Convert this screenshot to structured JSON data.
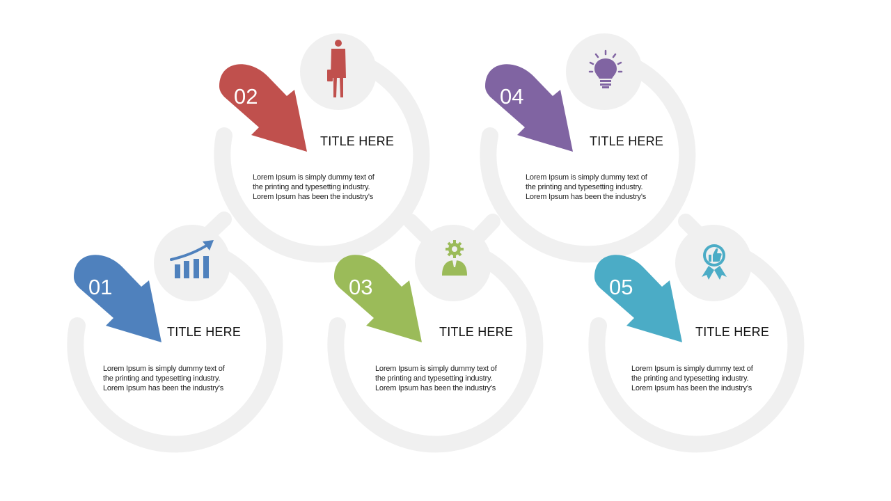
{
  "colors": {
    "ring": "#f0f0f0",
    "step1": "#4f81bd",
    "step2": "#c0504d",
    "step3": "#9bbb59",
    "step4": "#8064a2",
    "step5": "#4bacc6"
  },
  "steps": [
    {
      "number": "01",
      "title": "TITLE HERE",
      "desc": [
        "Lorem Ipsum is simply dummy text of",
        "the printing and typesetting industry.",
        "Lorem Ipsum has been the industry's"
      ],
      "icon": "bar-chart-growth-icon"
    },
    {
      "number": "02",
      "title": "TITLE HERE",
      "desc": [
        "Lorem Ipsum is simply dummy text of",
        "the printing and typesetting industry.",
        "Lorem Ipsum has been the industry's"
      ],
      "icon": "businessman-icon"
    },
    {
      "number": "03",
      "title": "TITLE HERE",
      "desc": [
        "Lorem Ipsum is simply dummy text of",
        "the printing and typesetting industry.",
        "Lorem Ipsum has been the industry's"
      ],
      "icon": "gear-person-icon"
    },
    {
      "number": "04",
      "title": "TITLE HERE",
      "desc": [
        "Lorem Ipsum is simply dummy text of",
        "the printing and typesetting industry.",
        "Lorem Ipsum has been the industry's"
      ],
      "icon": "lightbulb-icon"
    },
    {
      "number": "05",
      "title": "TITLE HERE",
      "desc": [
        "Lorem Ipsum is simply dummy text of",
        "the printing and typesetting industry.",
        "Lorem Ipsum has been the industry's"
      ],
      "icon": "thumbs-up-badge-icon"
    }
  ]
}
